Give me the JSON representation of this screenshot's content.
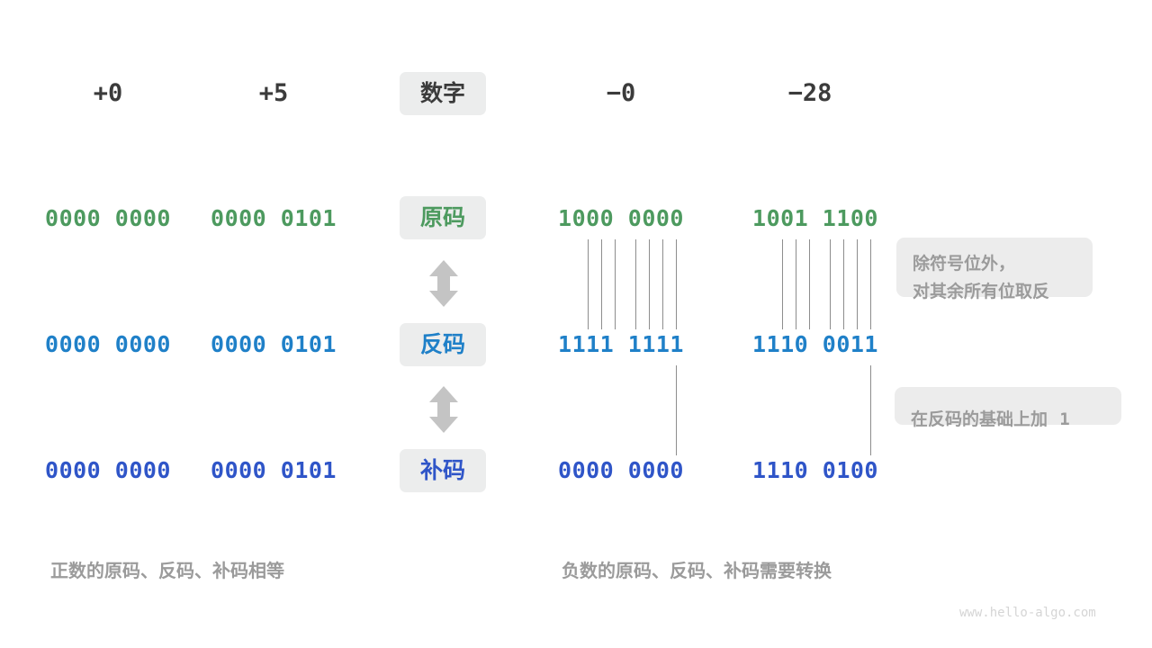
{
  "columns": {
    "headers": [
      {
        "id": "plus-zero",
        "label": "+0"
      },
      {
        "id": "plus-five",
        "label": "+5"
      },
      {
        "id": "minus-zero",
        "label": "−0"
      },
      {
        "id": "minus-28",
        "label": "−28"
      }
    ]
  },
  "row_labels": {
    "number": "数字",
    "sign_magnitude": "原码",
    "ones_complement": "反码",
    "twos_complement": "补码"
  },
  "rows": {
    "sign_magnitude": {
      "plus_zero": "0000 0000",
      "plus_five": "0000 0101",
      "minus_zero": "1000 0000",
      "minus_28": "1001 1100"
    },
    "ones_complement": {
      "plus_zero": "0000 0000",
      "plus_five": "0000 0101",
      "minus_zero": "1111 1111",
      "minus_28": "1110 0011"
    },
    "twos_complement": {
      "plus_zero": "0000 0000",
      "plus_five": "0000 0101",
      "minus_zero": "0000 0000",
      "minus_28": "1110 0100"
    }
  },
  "notes": {
    "invert_bits": "除符号位外，\n对其余所有位取反",
    "add_one_prefix": "在反码的基础上加",
    "add_one_value": "1"
  },
  "captions": {
    "positive": "正数的原码、反码、补码相等",
    "negative": "负数的原码、反码、补码需要转换"
  },
  "watermark": "www.hello-algo.com",
  "colors": {
    "text_dark": "#3b3b3b",
    "sign_magnitude_green": "#4d9a5f",
    "ones_complement_blue": "#1f80c8",
    "twos_complement_indigo": "#2f55c8",
    "chip_background": "#eceded",
    "note_background": "#ececec",
    "muted_gray": "#9b9b9b",
    "line_gray": "#8d8d8d",
    "arrow_gray": "#c4c4c4",
    "watermark_gray": "#d5d5d5"
  },
  "arrows": {
    "sign_to_ones": "double-arrow-vertical",
    "ones_to_twos": "double-arrow-vertical"
  }
}
